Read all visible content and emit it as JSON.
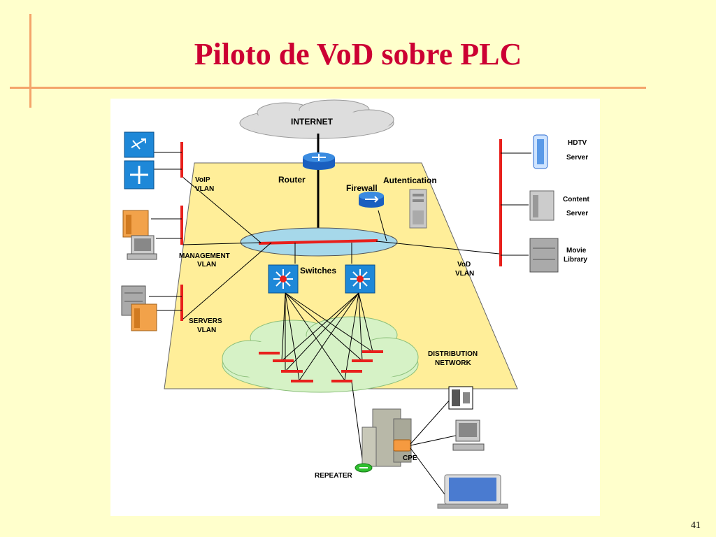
{
  "slide": {
    "title": "Piloto de VoD sobre PLC",
    "page_number": "41"
  },
  "diagram": {
    "internet": "INTERNET",
    "router": "Router",
    "firewall": "Firewall",
    "autentication": "Autentication",
    "switches": "Switches",
    "voip_vlan": [
      "VoIP",
      "VLAN"
    ],
    "management_vlan": [
      "MANAGEMENT",
      "VLAN"
    ],
    "servers_vlan": [
      "SERVERS",
      "VLAN"
    ],
    "vod_vlan": [
      "VoD",
      "VLAN"
    ],
    "distribution_network": [
      "DISTRIBUTION",
      "NETWORK"
    ],
    "hdtv_server": [
      "HDTV",
      "Server"
    ],
    "content_server": [
      "Content",
      "Server"
    ],
    "movie_library": [
      "Movie",
      "Library"
    ],
    "cpe": "CPE",
    "repeater": "REPEATER"
  },
  "colors": {
    "background": "#FFFFCC",
    "title": "#CC0033",
    "rule": "#F4A46A",
    "plane": "#FFEE99",
    "vlan_bar": "#E8201C",
    "cloud_green": "#D6F2C6",
    "cisco_blue": "#1E88D8"
  }
}
